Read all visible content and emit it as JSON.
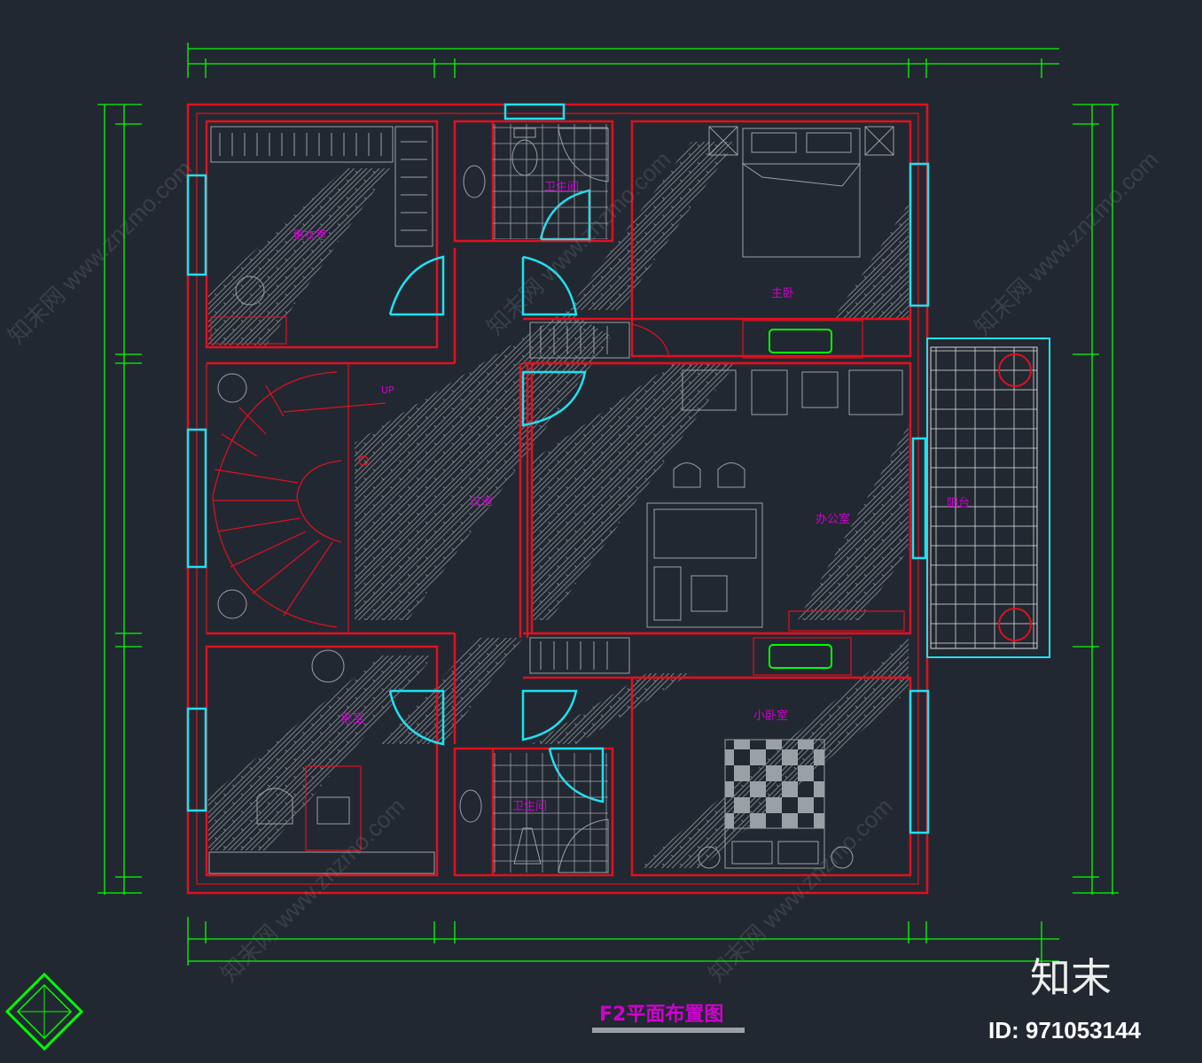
{
  "title": "F2平面布置图",
  "rooms": {
    "dressing": "更衣室",
    "bath_top": "卫生间",
    "master": "主卧",
    "up": "UP",
    "hall": "过道",
    "office": "办公室",
    "balcony": "阳台",
    "kids": "小卧室",
    "bath_bottom": "卫生间",
    "bedroom_bl": "卧室"
  },
  "watermark": {
    "brand": "知末",
    "id": "ID: 971053144",
    "diagonal": "知末网 www.znzmo.com"
  },
  "colors": {
    "background": "#222831",
    "walls": "#e01020",
    "windows": "#20e0f0",
    "dimensions": "#00ff00",
    "labels": "#d000d0",
    "furniture": "#9aa0a6"
  }
}
